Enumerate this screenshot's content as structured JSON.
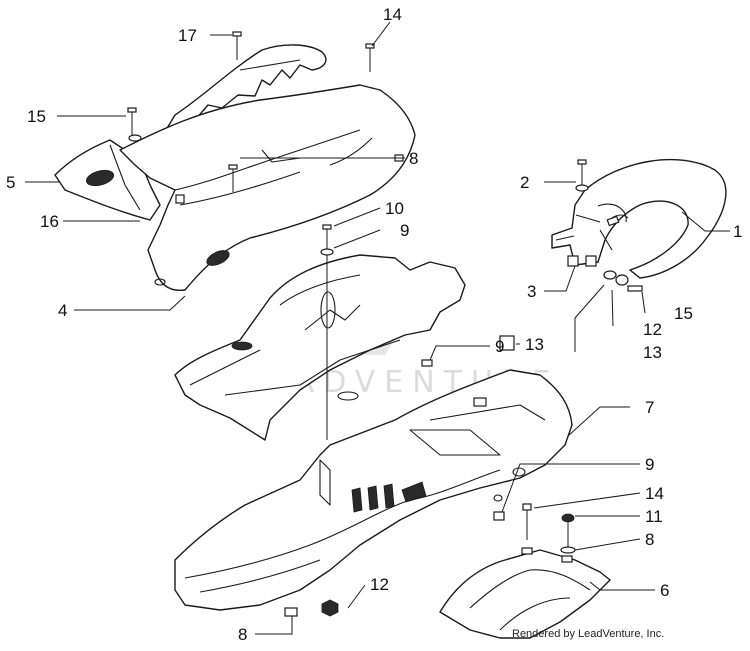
{
  "watermark": "LEADVENTURE",
  "credit": "Rendered by LeadVenture, Inc.",
  "callouts": [
    {
      "id": "c17",
      "text": "17"
    },
    {
      "id": "c14a",
      "text": "14"
    },
    {
      "id": "c15a",
      "text": "15"
    },
    {
      "id": "c5",
      "text": "5"
    },
    {
      "id": "c8a",
      "text": "8"
    },
    {
      "id": "c16",
      "text": "16"
    },
    {
      "id": "c2",
      "text": "2"
    },
    {
      "id": "c1",
      "text": "1"
    },
    {
      "id": "c10",
      "text": "10"
    },
    {
      "id": "c9a",
      "text": "9"
    },
    {
      "id": "c4",
      "text": "4"
    },
    {
      "id": "c3",
      "text": "3"
    },
    {
      "id": "c15b",
      "text": "15"
    },
    {
      "id": "c12a",
      "text": "12"
    },
    {
      "id": "c13a",
      "text": "13"
    },
    {
      "id": "c9b",
      "text": "9"
    },
    {
      "id": "c13b",
      "text": "13"
    },
    {
      "id": "c7",
      "text": "7"
    },
    {
      "id": "c9c",
      "text": "9"
    },
    {
      "id": "c14b",
      "text": "14"
    },
    {
      "id": "c11",
      "text": "11"
    },
    {
      "id": "c8b",
      "text": "8"
    },
    {
      "id": "c6",
      "text": "6"
    },
    {
      "id": "c12b",
      "text": "12"
    },
    {
      "id": "c8c",
      "text": "8"
    }
  ]
}
